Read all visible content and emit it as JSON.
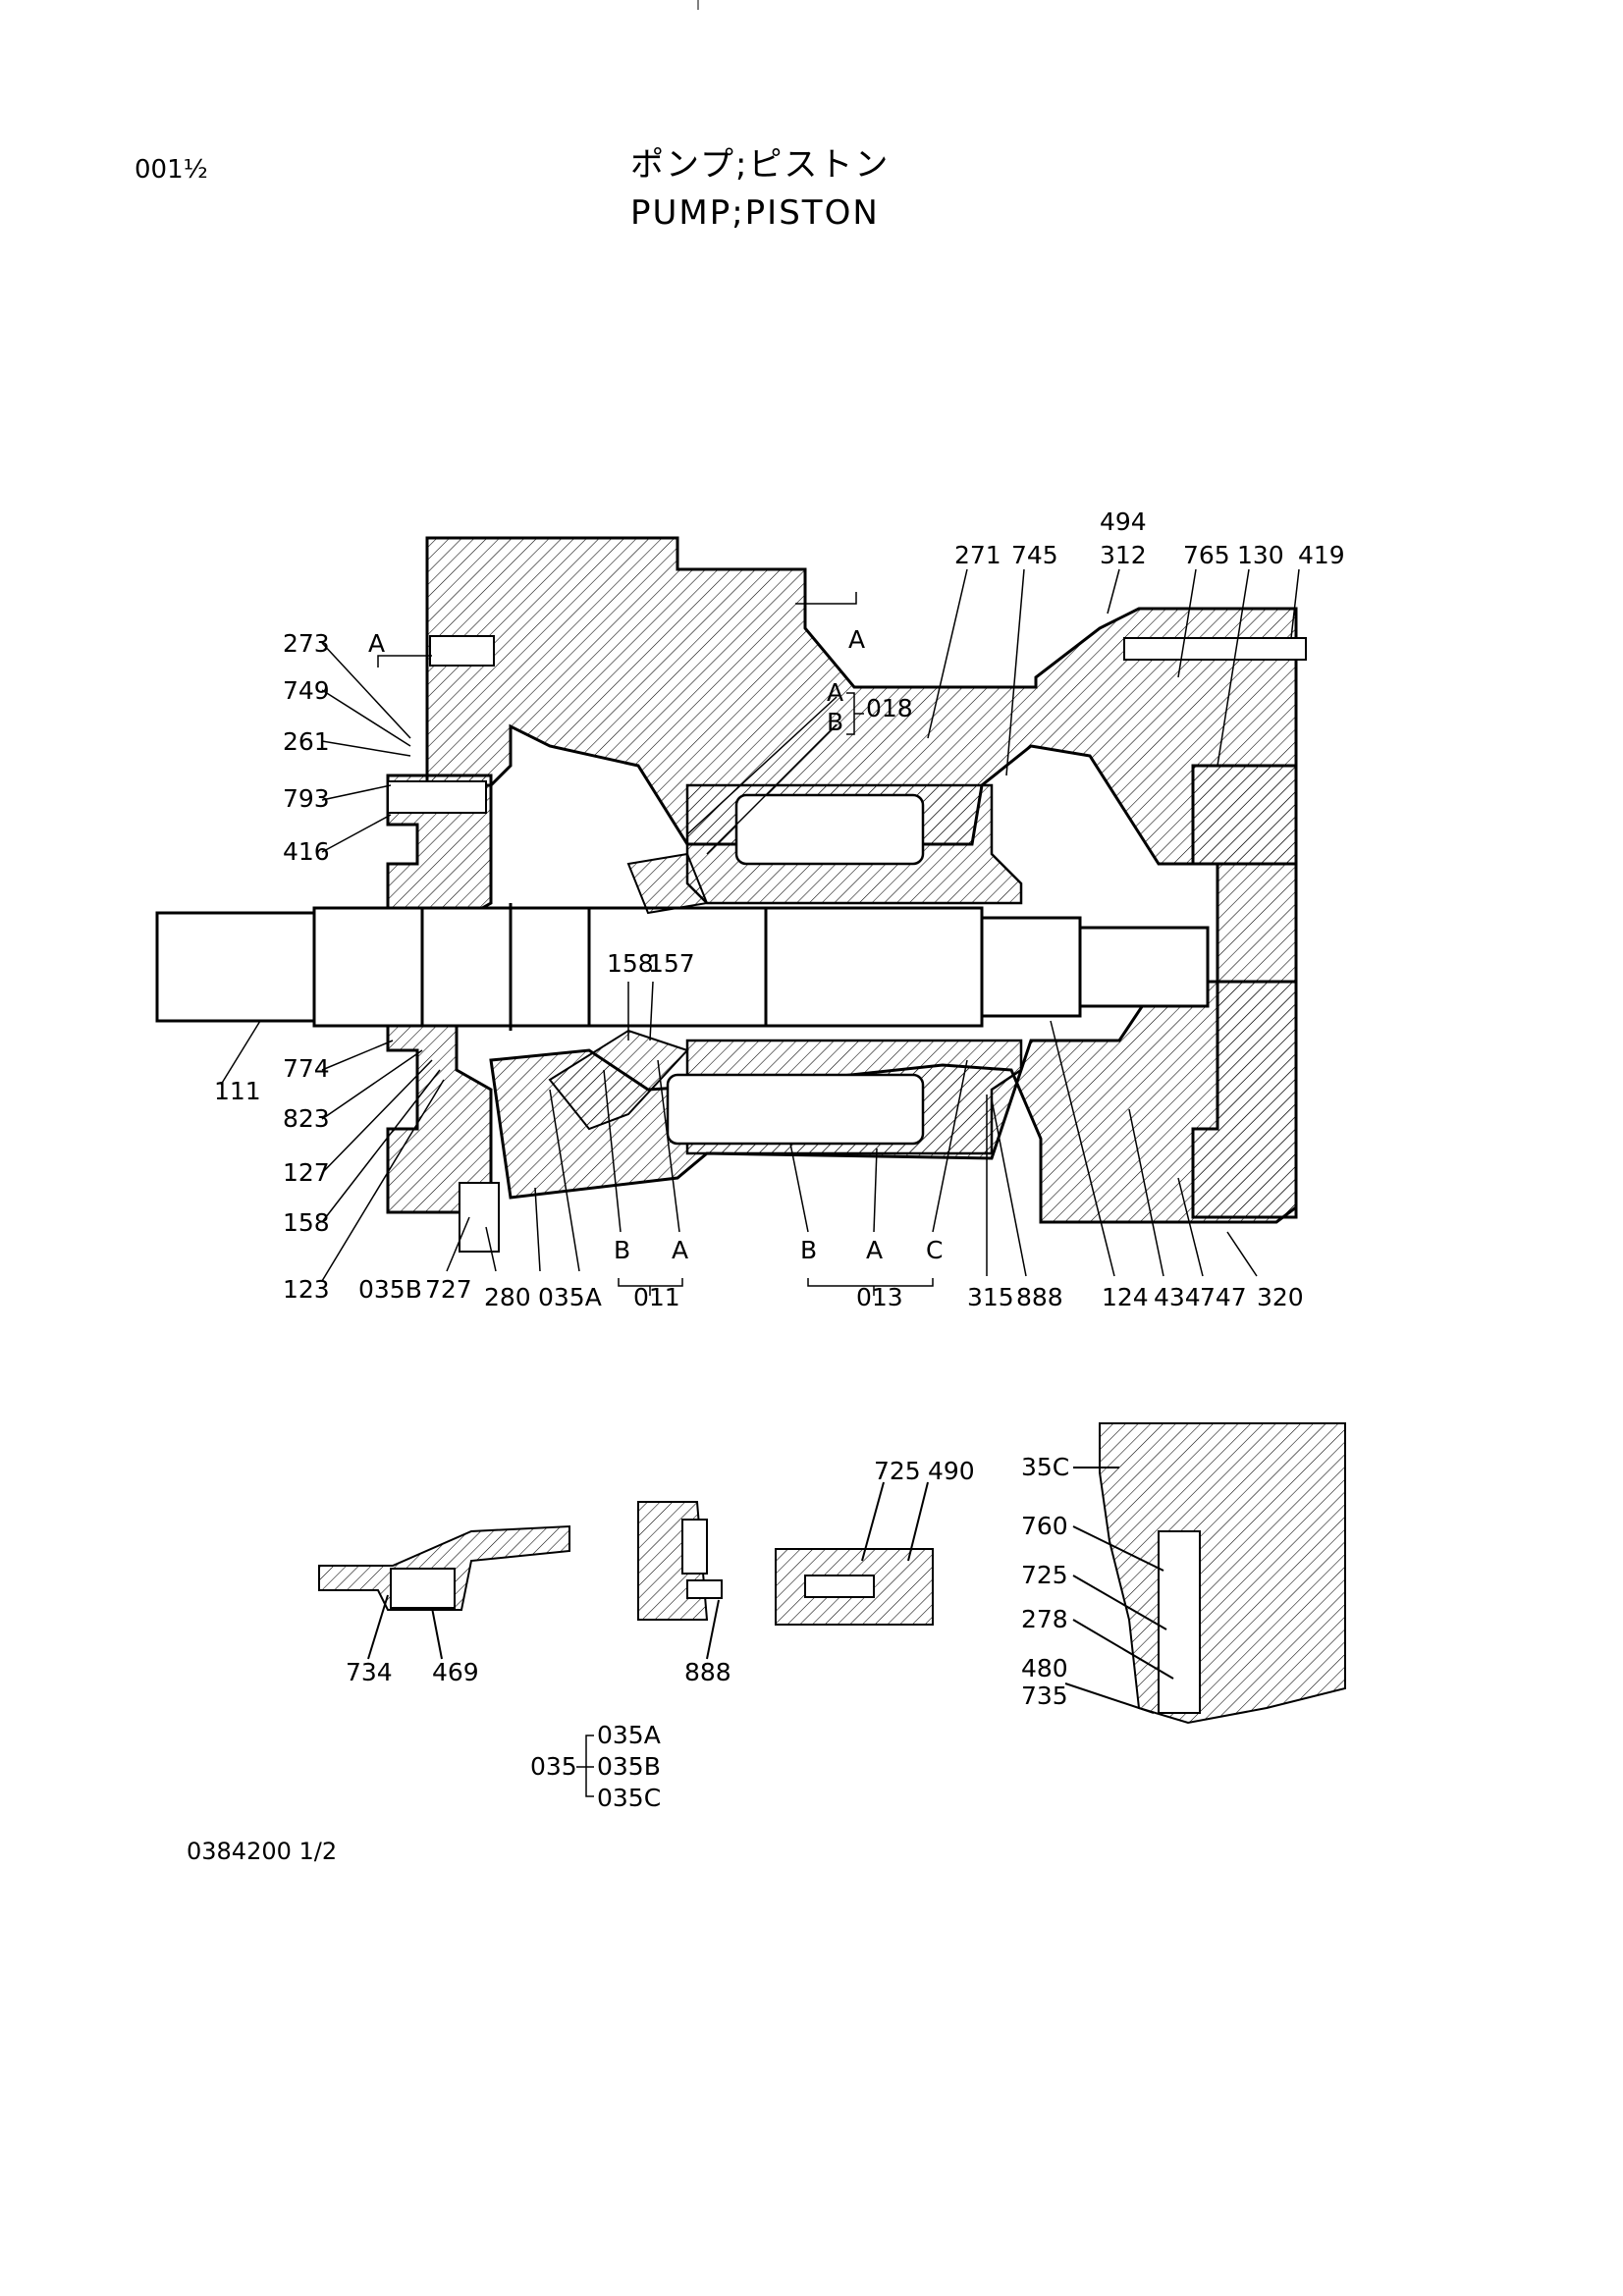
{
  "header": {
    "page_no": "001½",
    "title_jp": "ポンプ;ピストン",
    "title_en": "PUMP;PISTON"
  },
  "footer": {
    "drawing_no": "0384200 1/2"
  },
  "callouts": {
    "c273": "273",
    "c749": "749",
    "c261": "261",
    "c793": "793",
    "c416": "416",
    "c774": "774",
    "c111": "111",
    "c823": "823",
    "c127": "127",
    "c158": "158",
    "c123": "123",
    "c035B": "035B",
    "c727": "727",
    "c280": "280",
    "c035A": "035A",
    "c011": "011",
    "c013": "013",
    "c315": "315",
    "c888": "888",
    "c124": "124",
    "c434": "434",
    "c747": "747",
    "c320": "320",
    "c271": "271",
    "c745": "745",
    "c494": "494",
    "c312": "312",
    "c765": "765",
    "c130": "130",
    "c419": "419",
    "c018": "018",
    "c158b": "158",
    "c157": "157",
    "sA1": "A",
    "sA2": "A",
    "sA3": "A",
    "sB3": "B",
    "sB011": "B",
    "sA011": "A",
    "sB013": "B",
    "sA013": "A",
    "sC013": "C"
  },
  "details": {
    "d734": "734",
    "d469": "469",
    "d888": "888",
    "d725a": "725",
    "d490": "490",
    "d35C": "35C",
    "d760": "760",
    "d725b": "725",
    "d278": "278",
    "d480": "480",
    "d735": "735"
  },
  "legend": {
    "parent": "035",
    "children": [
      "035A",
      "035B",
      "035C"
    ]
  }
}
